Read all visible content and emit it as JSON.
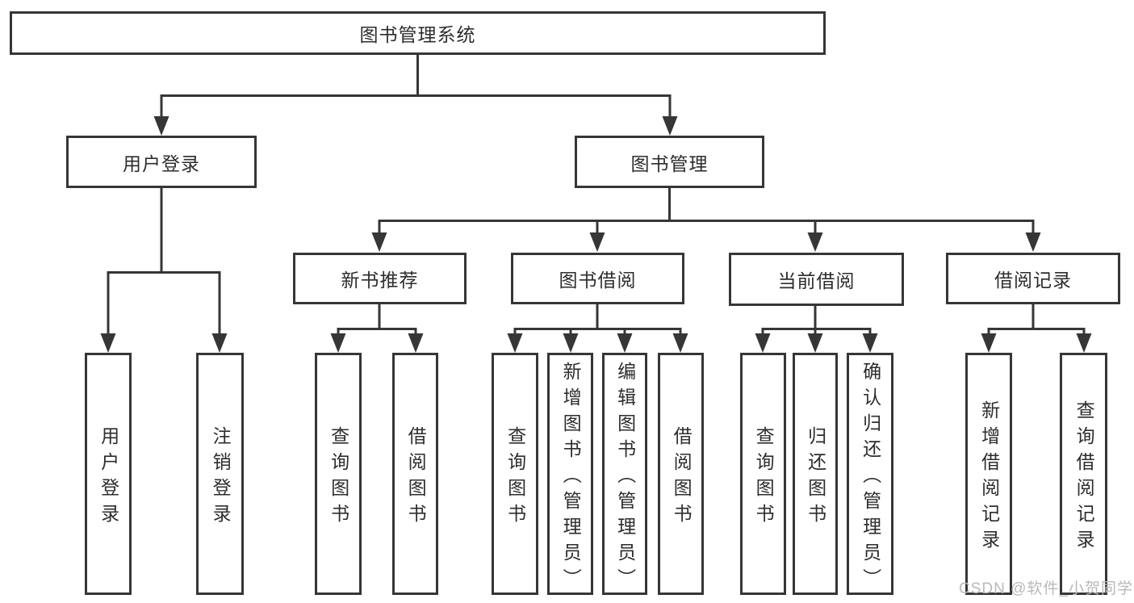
{
  "diagram_type": "functional-structure-tree",
  "colors": {
    "background": "#ffffff",
    "line": "#363636",
    "box_border": "#363636",
    "text": "#2d2d2d",
    "watermark": "#b9b9b9"
  },
  "tree": {
    "root": {
      "label": "图书管理系统"
    },
    "branches": [
      {
        "label": "用户登录",
        "children": [
          {
            "label": "用户登录"
          },
          {
            "label": "注销登录"
          }
        ]
      },
      {
        "label": "图书管理",
        "children": [
          {
            "label": "新书推荐",
            "children": [
              {
                "label": "查询图书"
              },
              {
                "label": "借阅图书"
              }
            ]
          },
          {
            "label": "图书借阅",
            "children": [
              {
                "label": "查询图书"
              },
              {
                "label": "新增图书（管理员）"
              },
              {
                "label": "编辑图书（管理员）"
              },
              {
                "label": "借阅图书"
              }
            ]
          },
          {
            "label": "当前借阅",
            "children": [
              {
                "label": "查询图书"
              },
              {
                "label": "归还图书"
              },
              {
                "label": "确认归还（管理员）"
              }
            ]
          },
          {
            "label": "借阅记录",
            "children": [
              {
                "label": "新增借阅记录"
              },
              {
                "label": "查询借阅记录"
              }
            ]
          }
        ]
      }
    ]
  },
  "watermark": "CSDN @软件_小贺同学"
}
